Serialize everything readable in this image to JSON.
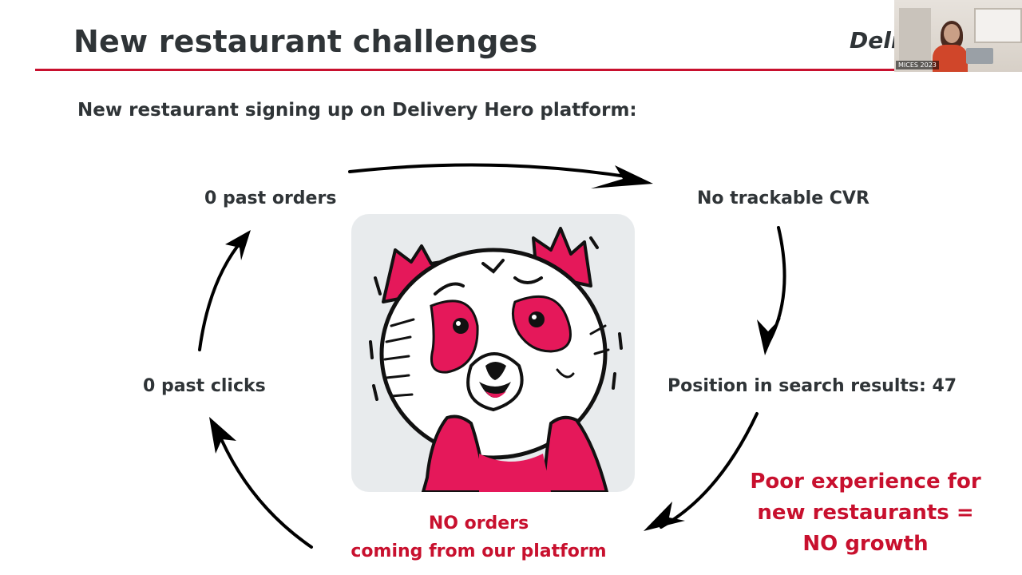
{
  "slide": {
    "title": "New restaurant challenges",
    "brand": "Deli",
    "subtitle": "New restaurant signing up on Delivery Hero platform:"
  },
  "webcam": {
    "label": "MICES 2023"
  },
  "cycle": {
    "past_orders": "0 past orders",
    "no_cvr": "No trackable CVR",
    "position": "Position in search results: 47",
    "no_orders_line1": "NO orders",
    "no_orders_line2": "coming from our platform",
    "past_clicks": "0 past clicks"
  },
  "callout": {
    "line1": "Poor experience for",
    "line2": "new restaurants =",
    "line3": "NO growth"
  },
  "colors": {
    "accent": "#c8102e",
    "text": "#2f3437",
    "mascot_card": "#e8ebed",
    "mascot_pink": "#e5185a"
  },
  "icons": {
    "mascot": "panda-mascot-icon",
    "arrows": "curved-arrow-icon"
  }
}
